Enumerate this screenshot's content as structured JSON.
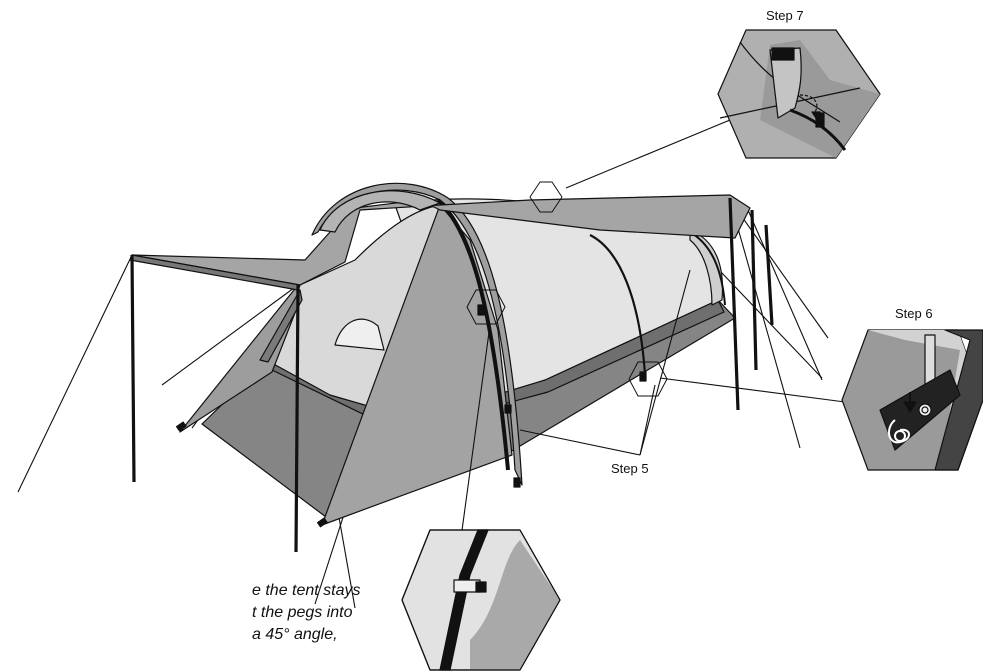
{
  "labels": {
    "step7": "Step 7",
    "step6": "Step 6",
    "step5": "Step 5"
  },
  "caption": {
    "line1": "e the tent stays",
    "line2": "t the pegs into",
    "line3": "a 45° angle,"
  },
  "colors": {
    "canvas": "#a7a7a7",
    "canvas_dark": "#7d7d7d",
    "floor": "#8a8a8a",
    "inner": "#e3e3e3",
    "line": "#111111"
  }
}
